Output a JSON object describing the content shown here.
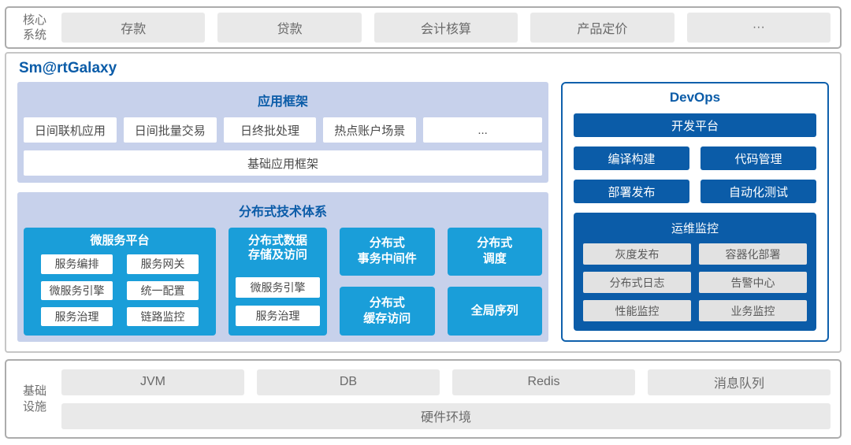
{
  "colors": {
    "accent_blue": "#0B5CA8",
    "cyan": "#1A9ED9",
    "lavender_panel": "#C7D1EB",
    "gray_box": "#E9E9E9",
    "devops_border": "#0F60AC"
  },
  "core_systems": {
    "label": "核心\n系统",
    "items": [
      "存款",
      "贷款",
      "会计核算",
      "产品定价",
      "···"
    ]
  },
  "galaxy": {
    "title": "Sm@rtGalaxy",
    "app_framework": {
      "title": "应用框架",
      "items": [
        "日间联机应用",
        "日间批量交易",
        "日终批处理",
        "热点账户场景",
        "..."
      ],
      "base": "基础应用框架"
    },
    "dist_tech": {
      "title": "分布式技术体系",
      "micro_platform": {
        "title": "微服务平台",
        "items": [
          "服务编排",
          "服务网关",
          "微服务引擎",
          "统一配置",
          "服务治理",
          "链路监控"
        ]
      },
      "data_storage": {
        "title": "分布式数据\n存储及访问",
        "items": [
          "微服务引擎",
          "服务治理"
        ]
      },
      "cells": [
        "分布式\n事务中间件",
        "分布式\n调度",
        "分布式\n缓存访问",
        "全局序列"
      ]
    },
    "devops": {
      "title": "DevOps",
      "platform": "开发平台",
      "tools": [
        "编译构建",
        "代码管理",
        "部署发布",
        "自动化测试"
      ],
      "ops_monitor": {
        "title": "运维监控",
        "items": [
          "灰度发布",
          "容器化部署",
          "分布式日志",
          "告警中心",
          "性能监控",
          "业务监控"
        ]
      }
    }
  },
  "infrastructure": {
    "label": "基础\n设施",
    "items": [
      "JVM",
      "DB",
      "Redis",
      "消息队列"
    ],
    "base": "硬件环境"
  }
}
